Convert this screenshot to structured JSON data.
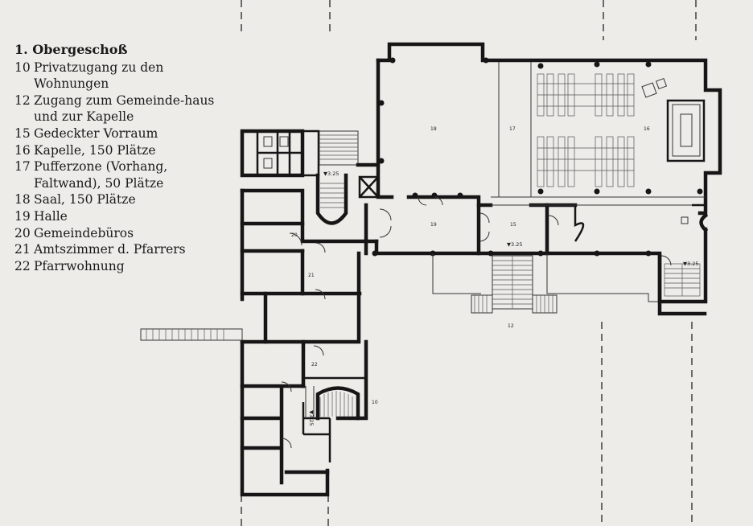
{
  "legend": {
    "heading": "1. Obergeschoß",
    "items": [
      {
        "num": "10",
        "text": "Privatzugang zu den Wohnungen"
      },
      {
        "num": "12",
        "text": "Zugang zum Gemeinde-haus und zur Kapelle"
      },
      {
        "num": "15",
        "text": "Gedeckter Vorraum"
      },
      {
        "num": "16",
        "text": "Kapelle, 150 Plätze"
      },
      {
        "num": "17",
        "text": "Pufferzone (Vorhang, Faltwand), 50 Plätze"
      },
      {
        "num": "18",
        "text": "Saal, 150 Plätze"
      },
      {
        "num": "19",
        "text": "Halle"
      },
      {
        "num": "20",
        "text": "Gemeindebüros"
      },
      {
        "num": "21",
        "text": "Amtszimmer d. Pfarrers"
      },
      {
        "num": "22",
        "text": "Pfarrwohnung"
      }
    ]
  },
  "plan": {
    "room_labels": {
      "r10": "10",
      "r12": "12",
      "r15": "15",
      "r16": "16",
      "r17": "17",
      "r18": "18",
      "r19": "19",
      "r20": "20",
      "r21": "21",
      "r22": "22"
    },
    "level_marks": [
      "▼3.25",
      "▼3.25",
      "▼3.25",
      "▼3.25"
    ]
  }
}
